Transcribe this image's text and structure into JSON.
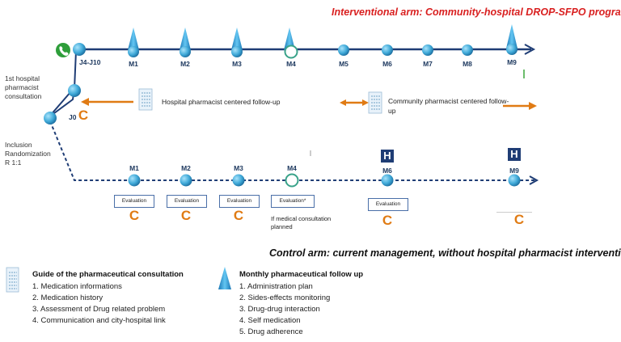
{
  "interventional_title": "Interventional arm: Community-hospital DROP-SFPO program",
  "control_title": "Control arm: current management, without hospital pharmacist intervention",
  "side_labels": {
    "first_consult": "1st hospital pharmacist consultation",
    "inclusion": "Inclusion Randomization R 1:1"
  },
  "j0_label": "J0",
  "j4_label": "J4-J10",
  "c_mark": "C",
  "h_mark": "H",
  "top_months": [
    "M1",
    "M2",
    "M3",
    "M4",
    "M5",
    "M6",
    "M7",
    "M8",
    "M9"
  ],
  "top_follow_up_months": [
    "M1",
    "M2",
    "M3",
    "M4",
    "M9"
  ],
  "hospital_followup_label": "Hospital pharmacist centered follow-up",
  "community_followup_label": "Community  pharmacist centered follow-up",
  "control_months": [
    "M1",
    "M2",
    "M3",
    "M4",
    "M6",
    "M9"
  ],
  "evaluation_label": "Evaluation",
  "evaluation_star_label": "Evaluation*",
  "m4_note": "If medical consultation planned",
  "legend": {
    "guide_title": "Guide of the pharmaceutical consultation",
    "guide_items": [
      "1. Medication informations",
      "2. Medication history",
      "3. Assessment of Drug related problem",
      "4. Communication and city-hospital link"
    ],
    "monthly_title": "Monthly pharmaceutical follow up",
    "monthly_items": [
      "1. Administration plan",
      "2. Sides-effects monitoring",
      "3. Drug-drug interaction",
      "4. Self medication",
      "5. Drug adherence"
    ]
  },
  "colors": {
    "node": "#3fa9d8",
    "line": "#1f3d75",
    "orange": "#e07b14",
    "red_title": "#d92020",
    "phone": "#2e9e3a"
  }
}
